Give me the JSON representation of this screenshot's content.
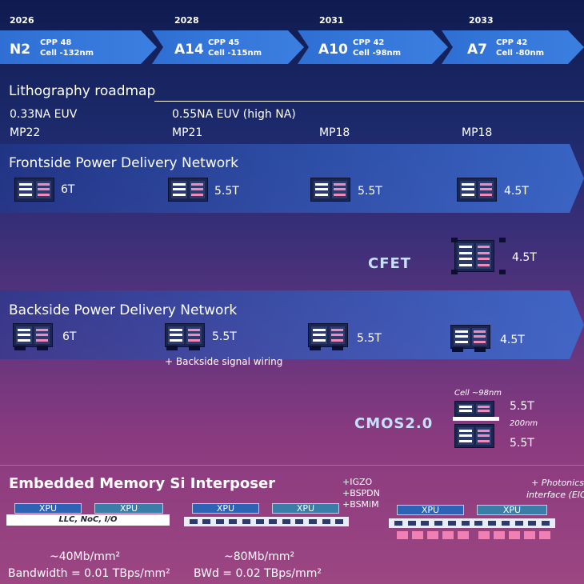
{
  "timeline": [
    {
      "year": "2026",
      "node": "N2",
      "cpp": "CPP 48",
      "cell": "Cell -132nm"
    },
    {
      "year": "2028",
      "node": "A14",
      "cpp": "CPP 45",
      "cell": "Cell -115nm"
    },
    {
      "year": "2031",
      "node": "A10",
      "cpp": "CPP 42",
      "cell": "Cell -98nm"
    },
    {
      "year": "2033",
      "node": "A7",
      "cpp": "CPP 42",
      "cell": "Cell -80nm"
    }
  ],
  "litho": {
    "title": "Lithography roadmap",
    "euv1": "0.33NA EUV",
    "euv2": "0.55NA EUV (high NA)",
    "mp": [
      "MP22",
      "MP21",
      "MP18",
      "MP18"
    ]
  },
  "fspdn": {
    "title": "Frontside Power Delivery Network",
    "tracks": [
      "6T",
      "5.5T",
      "5.5T",
      "4.5T"
    ]
  },
  "cfet": {
    "label": "CFET",
    "track": "4.5T"
  },
  "bspdn": {
    "title": "Backside Power Delivery Network",
    "tracks": [
      "6T",
      "5.5T",
      "5.5T",
      "4.5T"
    ],
    "note": "+ Backside signal wiring"
  },
  "cmos2": {
    "label": "CMOS2.0",
    "cell": "Cell ~98nm",
    "track_top": "5.5T",
    "pitch": "200nm",
    "track_bottom": "5.5T"
  },
  "memory": {
    "title": "Embedded Memory Si Interposer",
    "xpu": "XPU",
    "llc": "LLC, NoC, I/O",
    "additions": [
      "+IGZO",
      "+BSPDN",
      "+BSMiM"
    ],
    "photonics": [
      "+ Photonics",
      "interface (EIC"
    ],
    "density1": "~40Mb/mm²",
    "bw1": "Bandwidth = 0.01 TBps/mm²",
    "density2": "~80Mb/mm²",
    "bw2": "BWd = 0.02 TBps/mm²"
  }
}
